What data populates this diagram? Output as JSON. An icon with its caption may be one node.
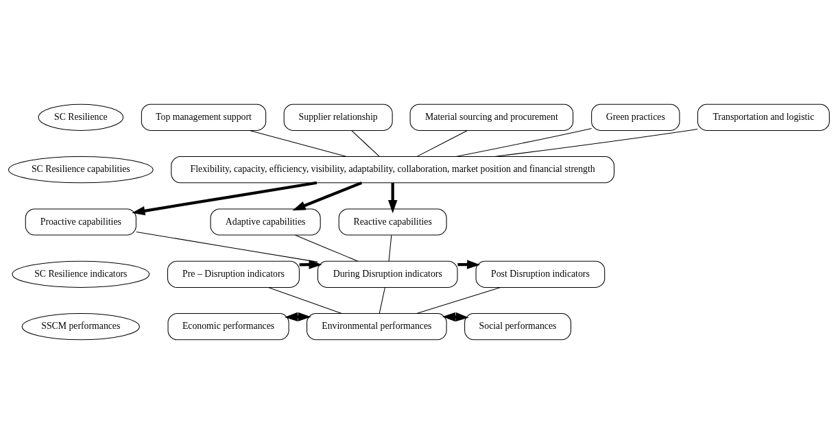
{
  "diagram": {
    "nodes": [
      {
        "text": [
          "SC Resilience"
        ]
      },
      {
        "text": [
          "Top management support"
        ]
      },
      {
        "text": [
          "Supplier relationship"
        ]
      },
      {
        "text": [
          "Material sourcing and procurement"
        ]
      },
      {
        "text": [
          "Green practices"
        ]
      },
      {
        "text": [
          "Transportation and logistic"
        ]
      },
      {
        "text": [
          "SC Resilience capabilities"
        ]
      },
      {
        "text": [
          "Flexibility, capacity, efficiency, visibility, adaptability, collaboration, market position and financial strength"
        ]
      },
      {
        "text": [
          "Proactive capabilities"
        ]
      },
      {
        "text": [
          "Adaptive capabilities"
        ]
      },
      {
        "text": [
          "Reactive capabilities"
        ]
      },
      {
        "text": [
          "SC Resilience indicators"
        ]
      },
      {
        "text": [
          "Pre – Disruption indicators"
        ]
      },
      {
        "text": [
          "During Disruption indicators"
        ]
      },
      {
        "text": [
          "Post Disruption indicators"
        ]
      },
      {
        "text": [
          "SSCM performances"
        ]
      },
      {
        "text": [
          "Economic performances"
        ]
      },
      {
        "text": [
          "Environmental performances"
        ]
      },
      {
        "text": [
          "Social performances"
        ]
      }
    ],
    "edges": [
      {
        "from": 1,
        "to": 7,
        "arrow": "none"
      },
      {
        "from": 2,
        "to": 7,
        "arrow": "none"
      },
      {
        "from": 3,
        "to": 7,
        "arrow": "none"
      },
      {
        "from": 4,
        "to": 7,
        "arrow": "none"
      },
      {
        "from": 5,
        "to": 7,
        "arrow": "none"
      },
      {
        "from": 7,
        "to": 8,
        "arrow": "to",
        "style": "thick"
      },
      {
        "from": 7,
        "to": 9,
        "arrow": "to",
        "style": "thick"
      },
      {
        "from": 7,
        "to": 10,
        "arrow": "to",
        "style": "thick"
      },
      {
        "from": 8,
        "to": 13,
        "arrow": "none"
      },
      {
        "from": 9,
        "to": 13,
        "arrow": "none"
      },
      {
        "from": 10,
        "to": 13,
        "arrow": "none"
      },
      {
        "from": 12,
        "to": 13,
        "arrow": "to",
        "style": "thick"
      },
      {
        "from": 13,
        "to": 14,
        "arrow": "to",
        "style": "thick"
      },
      {
        "from": 12,
        "to": 17,
        "arrow": "none"
      },
      {
        "from": 13,
        "to": 17,
        "arrow": "none"
      },
      {
        "from": 14,
        "to": 17,
        "arrow": "none"
      },
      {
        "from": 16,
        "to": 17,
        "arrow": "both",
        "style": "thick"
      },
      {
        "from": 17,
        "to": 18,
        "arrow": "both",
        "style": "thick"
      }
    ]
  }
}
